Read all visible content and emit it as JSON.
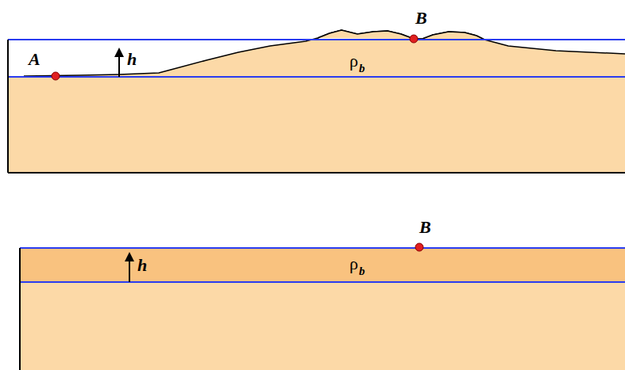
{
  "diagram": {
    "labels": [
      "B",
      "A",
      "h",
      "ρ",
      "b",
      "B",
      "h",
      "ρ",
      "b"
    ]
  }
}
